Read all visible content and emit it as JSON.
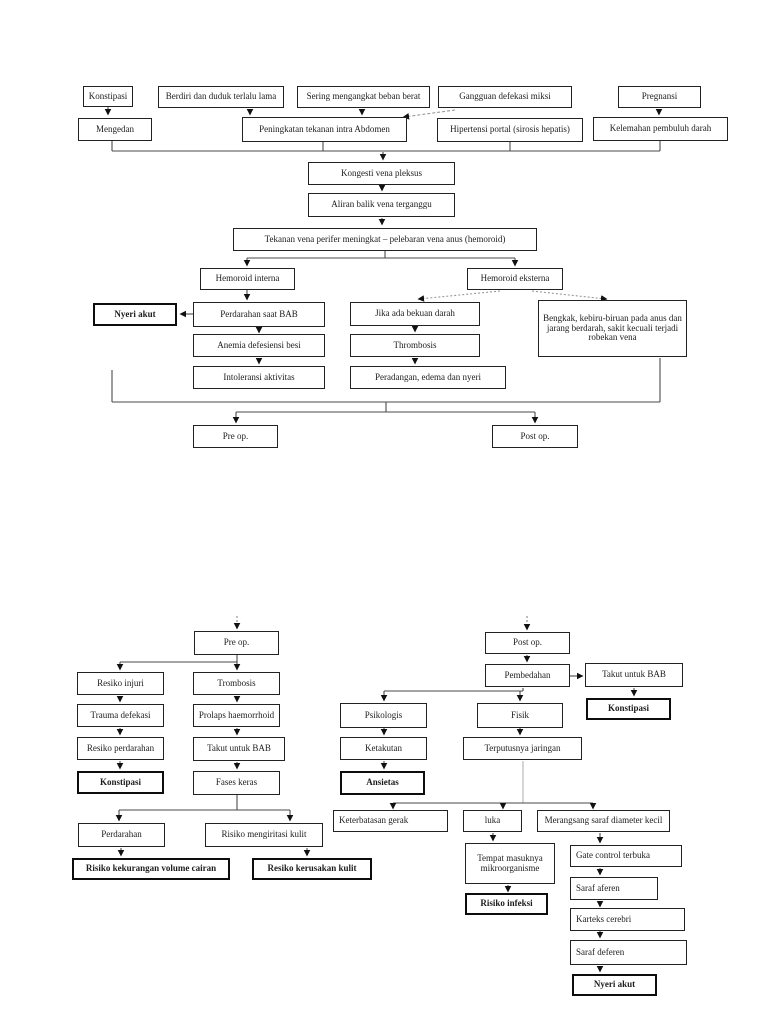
{
  "top": {
    "konstipasi": "Konstipasi",
    "berdiri": "Berdiri dan duduk terlalu lama",
    "sering": "Sering mengangkat beban berat",
    "gangguan": "Gangguan defekasi miksi",
    "pregnansi": "Pregnansi",
    "mengedan": "Mengedan",
    "peningkatan": "Peningkatan tekanan intra Abdomen",
    "hipertensi": "Hipertensi portal (sirosis hepatis)",
    "kelemahan": "Kelemahan pembuluh darah",
    "kongesti": "Kongesti vena pleksus",
    "aliran": "Aliran balik vena terganggu",
    "tekanan": "Tekanan vena perifer meningkat – pelebaran vena anus (hemoroid)",
    "interna": "Hemoroid interna",
    "eksterna": "Hemoroid eksterna",
    "nyeri_akut": "Nyeri akut",
    "perdarahan_bab": "Perdarahan saat BAB",
    "anemia": "Anemia defesiensi besi",
    "intoleransi": "Intoleransi aktivitas",
    "bekuan": "Jika ada bekuan darah",
    "thrombosis": "Thrombosis",
    "peradangan": "Peradangan, edema dan nyeri",
    "bengkak": "Bengkak, kebiru-biruan pada anus dan jarang berdarah, sakit kecuali terjadi robekan vena",
    "pre_op": "Pre op.",
    "post_op": "Post op."
  },
  "bottom": {
    "pre_op": "Pre op.",
    "post_op": "Post op.",
    "resiko_injuri": "Resiko injuri",
    "trauma": "Trauma defekasi",
    "resiko_perdarahan": "Resiko perdarahan",
    "konstipasi_a": "Konstipasi",
    "trombosis": "Trombosis",
    "prolaps": "Prolaps haemorrhoid",
    "takut_bab_a": "Takut untuk BAB",
    "fases": "Fases keras",
    "perdarahan": "Perdarahan",
    "mengiritasi": "Risiko mengiritasi kulit",
    "kekurangan": "Risiko kekurangan volume cairan",
    "kerusakan": "Resiko kerusakan kulit",
    "pembedahan": "Pembedahan",
    "takut_bab_b": "Takut untuk BAB",
    "konstipasi_b": "Konstipasi",
    "psikologis": "Psikologis",
    "fisik": "Fisik",
    "ketakutan": "Ketakutan",
    "terputus": "Terputusnya jaringan",
    "ansietas": "Ansietas",
    "keterbatasan": "Keterbatasan gerak",
    "luka": "luka",
    "merangsang": "Merangsang saraf diameter kecil",
    "tempat": "Tempat masuknya mikroorganisme",
    "infeksi": "Risiko infeksi",
    "gate": "Gate control terbuka",
    "aferen": "Saraf aferen",
    "karteks": "Karteks cerebri",
    "deferen": "Saraf deferen",
    "nyeri_akut": "Nyeri akut"
  }
}
